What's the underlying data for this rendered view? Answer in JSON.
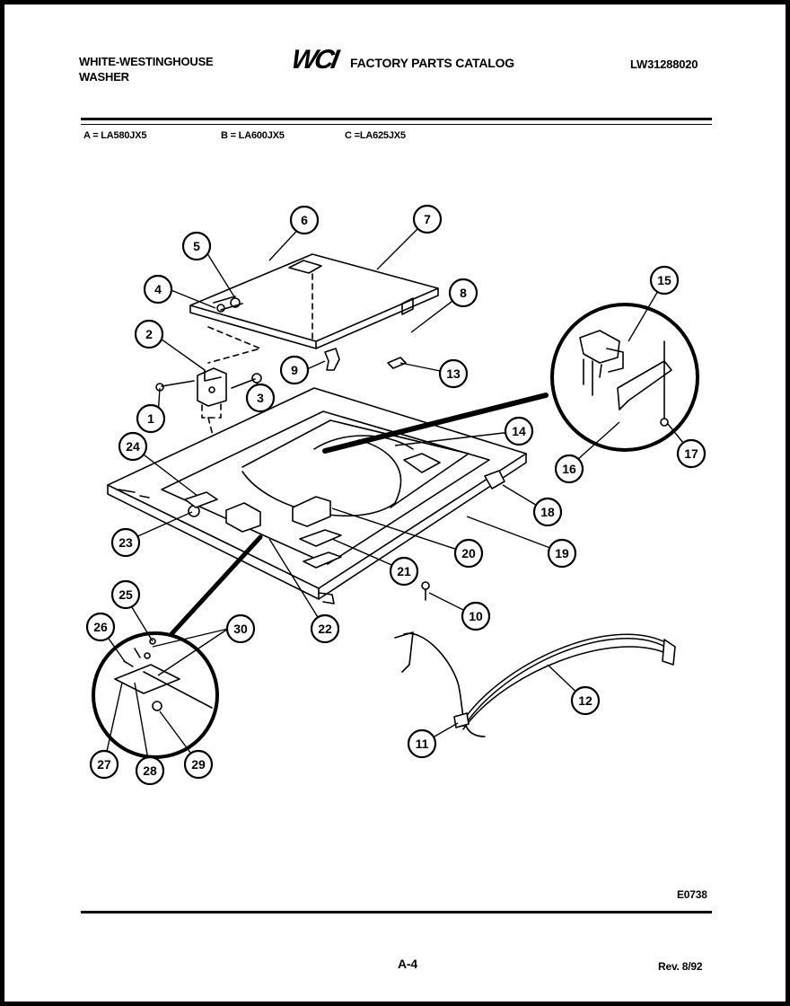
{
  "header": {
    "brand_line1": "WHITE-WESTINGHOUSE",
    "brand_line2": "WASHER",
    "logo": "WCI",
    "title": "FACTORY PARTS CATALOG",
    "catalog_number": "LW31288020"
  },
  "models": [
    "A = LA580JX5",
    "B = LA600JX5",
    "C =LA625JX5"
  ],
  "callouts": [
    "1",
    "2",
    "3",
    "4",
    "5",
    "6",
    "7",
    "8",
    "9",
    "10",
    "11",
    "12",
    "13",
    "14",
    "15",
    "16",
    "17",
    "18",
    "19",
    "20",
    "21",
    "22",
    "23",
    "24",
    "25",
    "26",
    "27",
    "28",
    "29",
    "30"
  ],
  "footer": {
    "diagram_code": "E0738",
    "page": "A-4",
    "revision": "Rev. 8/92"
  }
}
